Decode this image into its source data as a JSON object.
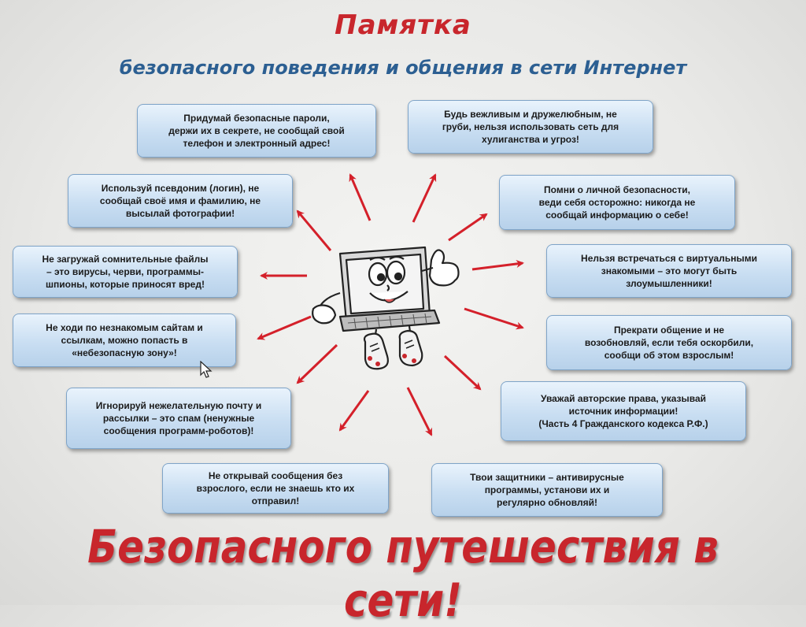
{
  "poster": {
    "title": "Памятка",
    "subtitle": "безопасного поведения и общения в сети Интернет",
    "slogan": "Безопасного путешествия в сети!",
    "colors": {
      "title_red": "#c8262c",
      "subtitle_blue": "#2c5f92",
      "box_blue": "#c9def2",
      "arrow_red": "#d4202a"
    },
    "tips": {
      "passwords": "Придумай безопасные пароли,\nдержи их в секрете, не сообщай свой\nтелефон и электронный адрес!",
      "polite": "Будь вежливым и дружелюбным, не\nгруби, нельзя использовать сеть для\nхулиганства и угроз!",
      "nickname": "Используй псевдоним (логин), не\nсообщай своё имя и фамилию, не\nвысылай фотографии!",
      "personal_safety": "Помни о личной безопасности,\nведи себя осторожно: никогда не\nсообщай информацию о себе!",
      "files": "Не загружай сомнительные файлы\n– это вирусы, черви, программы-\nшпионы, которые приносят вред!",
      "meetings": "Нельзя встречаться с виртуальными\nзнакомыми – это могут быть\nзлоумышленники!",
      "unknown_sites": "Не ходи по незнакомым сайтам и\nссылкам, можно попасть в\n«небезопасную зону»!",
      "insults": "Прекрати общение и не\nвозобновляй, если тебя оскорбили,\nсообщи об этом взрослым!",
      "spam": "Игнорируй нежелательную почту и\nрассылки – это спам (ненужные\nсообщения программ-роботов)!",
      "copyright": "Уважай авторские  права, указывай\nисточник информации!\n(Часть 4 Гражданского кодекса Р.Ф.)",
      "messages": "Не открывай сообщения без\nвзрослого, если не знаешь кто их\nотправил!",
      "antivirus": "Твои защитники – антивирусные\nпрограммы, установи их и\nрегулярно обновляй!"
    },
    "icons": [
      "laptop-mascot-icon",
      "mouse-cursor-icon",
      "arrow-icon"
    ]
  }
}
